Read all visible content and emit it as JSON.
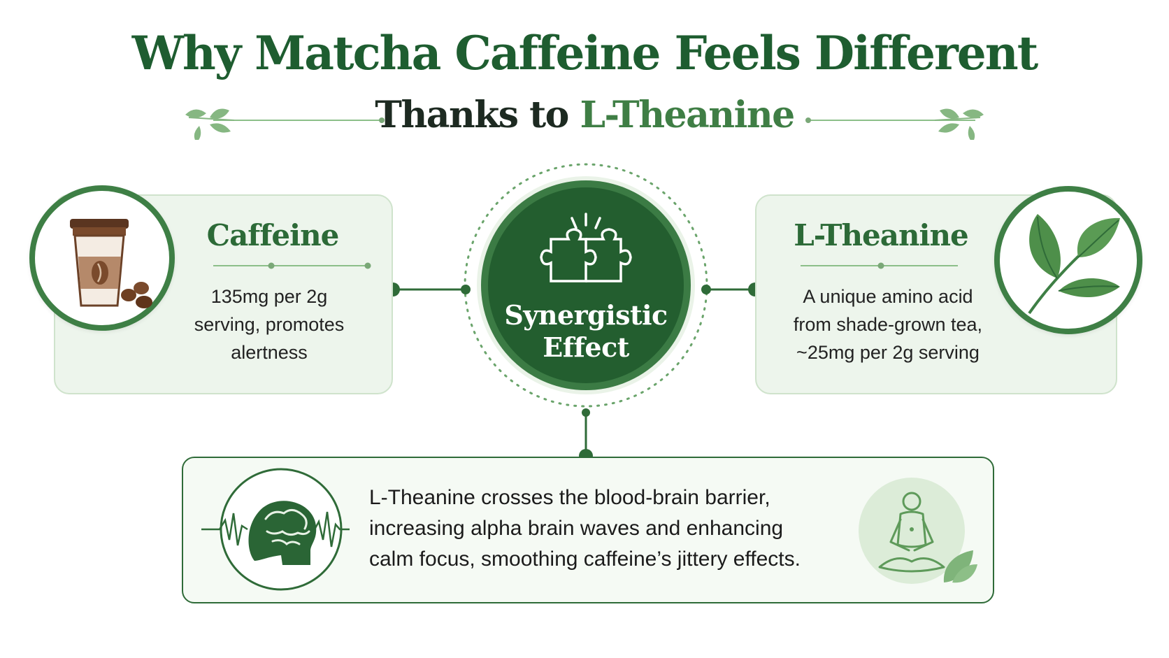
{
  "header": {
    "title": "Why Matcha Caffeine Feels Different",
    "subtitle_prefix": "Thanks to ",
    "subtitle_accent": "L-Theanine"
  },
  "left_card": {
    "heading": "Caffeine",
    "lines": [
      "135mg per 2g",
      "serving, promotes",
      "alertness"
    ],
    "icon": "coffee-cup-icon"
  },
  "right_card": {
    "heading": "L-Theanine",
    "lines": [
      "A unique amino acid",
      "from shade-grown tea,",
      "~25mg per 2g serving"
    ],
    "icon": "tea-leaf-icon"
  },
  "center": {
    "lines": [
      "Synergistic",
      "Effect"
    ],
    "icon": "puzzle-icon"
  },
  "bottom": {
    "lines": [
      "L-Theanine crosses the blood-brain barrier,",
      "increasing alpha brain waves and enhancing",
      "calm focus, smoothing caffeine’s jittery effects."
    ],
    "left_icon": "brain-waves-icon",
    "right_icon": "meditation-icon"
  },
  "colors": {
    "dark_green": "#235e2f",
    "mid_green": "#3e7f45",
    "light_green": "#edf5ec",
    "coffee_brown": "#7a4a2c"
  }
}
